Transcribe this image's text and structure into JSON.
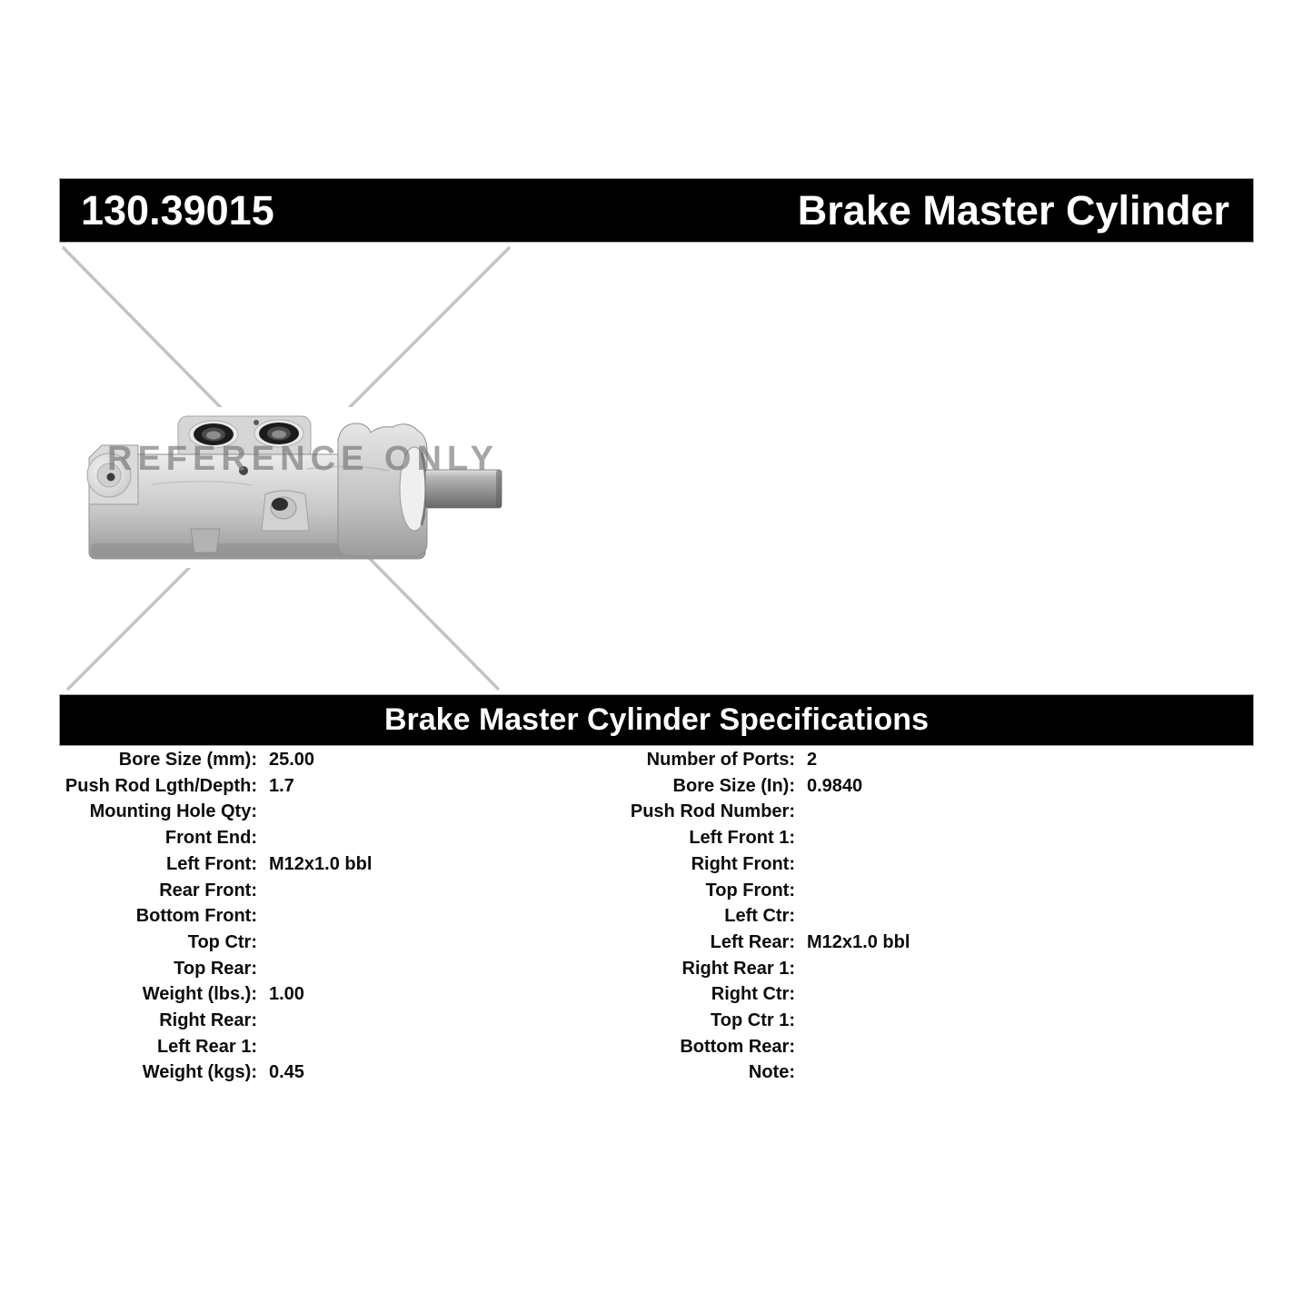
{
  "header": {
    "part_number": "130.39015",
    "title": "Brake Master Cylinder"
  },
  "watermark": {
    "text": "REFERENCE ONLY"
  },
  "specs": {
    "title": "Brake Master Cylinder Specifications",
    "left": [
      {
        "label": "Bore Size (mm):",
        "value": "25.00"
      },
      {
        "label": "Push Rod Lgth/Depth:",
        "value": "1.7"
      },
      {
        "label": "Mounting Hole Qty:",
        "value": ""
      },
      {
        "label": "Front End:",
        "value": ""
      },
      {
        "label": "Left Front:",
        "value": "M12x1.0 bbl"
      },
      {
        "label": "Rear Front:",
        "value": ""
      },
      {
        "label": "Bottom Front:",
        "value": ""
      },
      {
        "label": "Top Ctr:",
        "value": ""
      },
      {
        "label": "Top Rear:",
        "value": ""
      },
      {
        "label": "Weight (lbs.):",
        "value": "1.00"
      },
      {
        "label": "Right Rear:",
        "value": ""
      },
      {
        "label": "Left Rear 1:",
        "value": ""
      },
      {
        "label": "Weight (kgs):",
        "value": "0.45"
      }
    ],
    "right": [
      {
        "label": "Number of Ports:",
        "value": "2"
      },
      {
        "label": "Bore Size (In):",
        "value": "0.9840"
      },
      {
        "label": "Push Rod Number:",
        "value": ""
      },
      {
        "label": "Left Front 1:",
        "value": ""
      },
      {
        "label": "Right Front:",
        "value": ""
      },
      {
        "label": "Top Front:",
        "value": ""
      },
      {
        "label": "Left Ctr:",
        "value": ""
      },
      {
        "label": "Left Rear:",
        "value": "M12x1.0 bbl"
      },
      {
        "label": "Right Rear 1:",
        "value": ""
      },
      {
        "label": "Right Ctr:",
        "value": ""
      },
      {
        "label": "Top Ctr 1:",
        "value": ""
      },
      {
        "label": "Bottom Rear:",
        "value": ""
      },
      {
        "label": "Note:",
        "value": ""
      }
    ]
  },
  "colors": {
    "bar_background": "#000000",
    "bar_text": "#ffffff",
    "spec_text": "#0c0c0c",
    "watermark_gray": "#707070",
    "cross_line_gray": "#c3c3c3"
  }
}
